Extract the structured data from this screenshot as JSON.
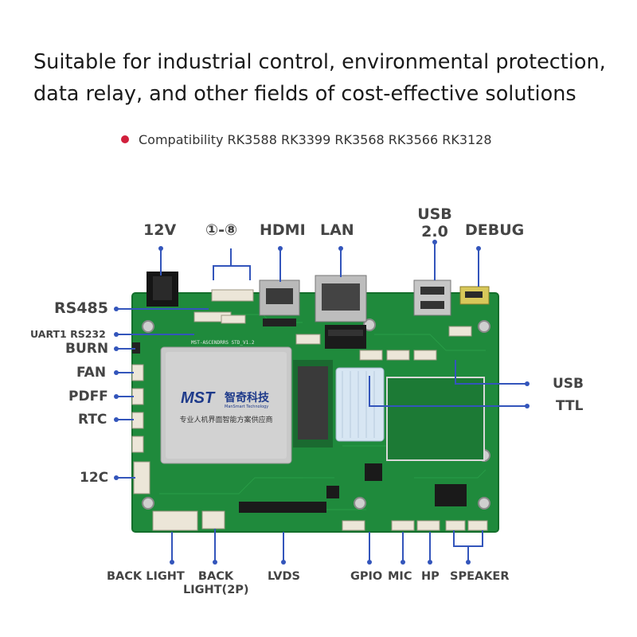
{
  "headline": {
    "line1": "Suitable for industrial control, environmental protection,",
    "line2": "data relay, and other fields of cost-effective solutions"
  },
  "compatibility": {
    "text": "Compatibility RK3588 RK3399 RK3568 RK3566 RK3128",
    "bullet_color": "#d11f3c"
  },
  "board": {
    "shield_logo": "MST",
    "shield_logo_cn": "智奇科技",
    "shield_logo_sub": "ManSmart Technology",
    "shield_text": "专业人机界面智能方案供应商",
    "silkscreen": "MST-ASCENDRRS STD_V1.2",
    "pcb_color": "#1f8a3c",
    "leader_color": "#3355bb"
  },
  "labels": {
    "top_12v": "12V",
    "top_pins": "①-⑧",
    "top_hdmi": "HDMI",
    "top_lan": "LAN",
    "top_usb_line1": "USB",
    "top_usb_line2": "2.0",
    "top_debug": "DEBUG",
    "left_rs485": "RS485",
    "left_uart": "UART1 RS232",
    "left_burn": "BURN",
    "left_fan": "FAN",
    "left_pdff": "PDFF",
    "left_rtc": "RTC",
    "left_12c": "12C",
    "right_usb": "USB",
    "right_ttl": "TTL",
    "bottom_backlight": "BACK LIGHT",
    "bottom_backlight2p_line1": "BACK",
    "bottom_backlight2p_line2": "LIGHT(2P)",
    "bottom_lvds": "LVDS",
    "bottom_gpio": "GPIO",
    "bottom_mic": "MIC",
    "bottom_hp": "HP",
    "bottom_speaker": "SPEAKER"
  }
}
